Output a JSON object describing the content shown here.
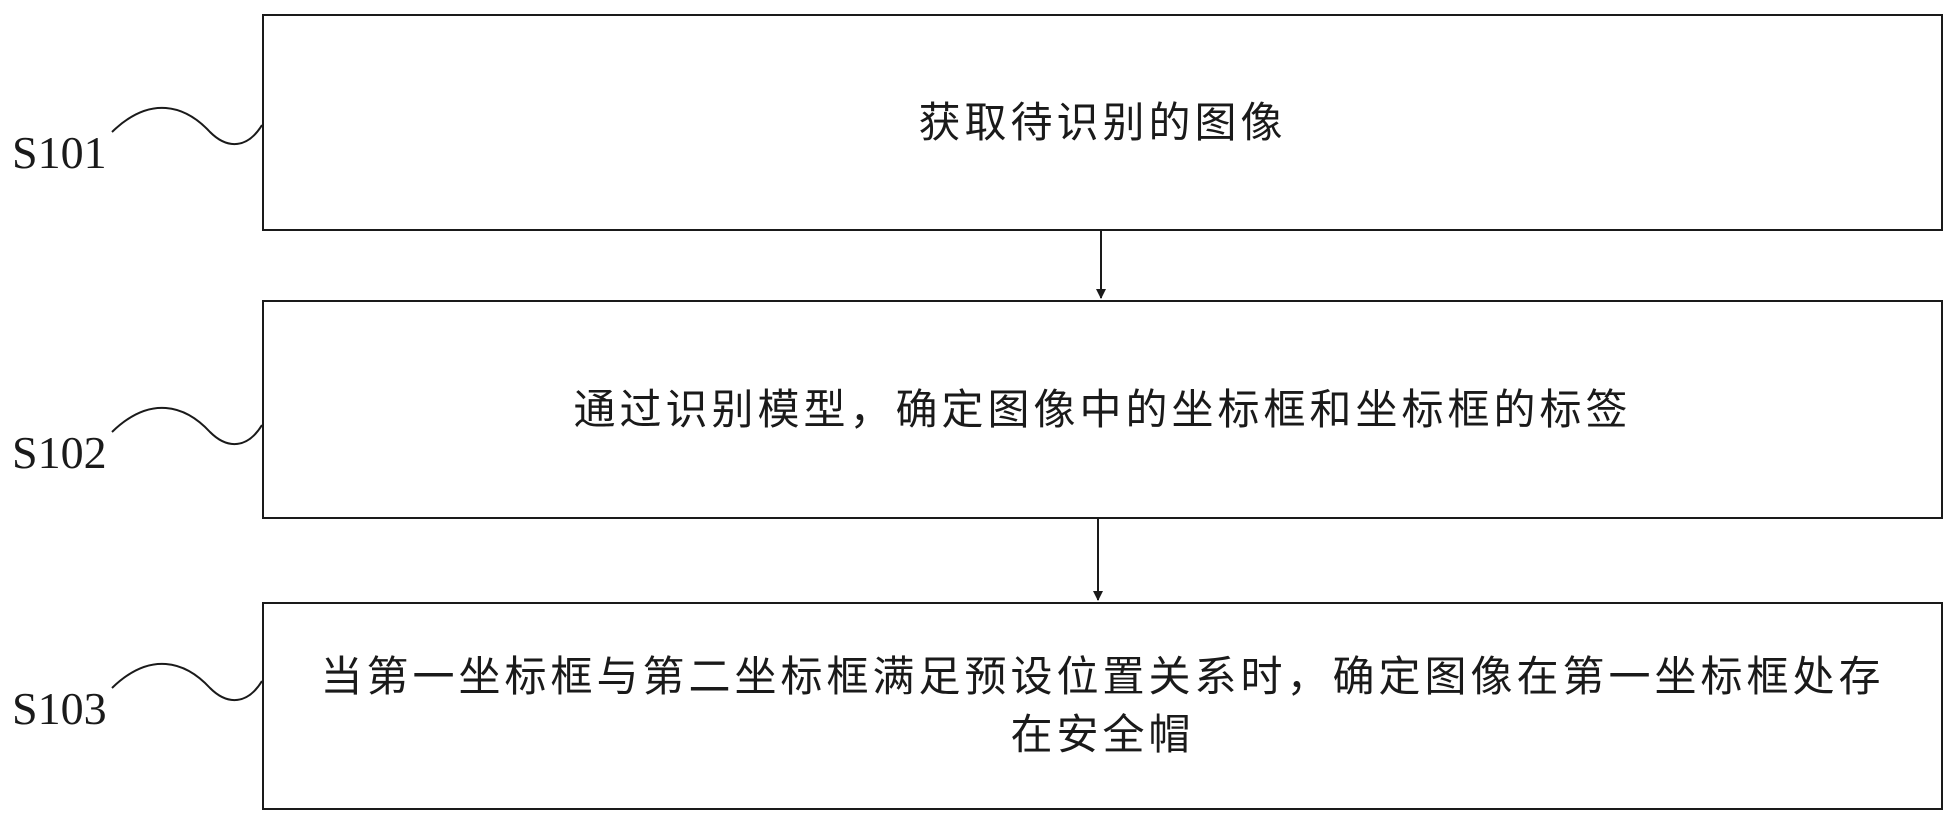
{
  "flow": {
    "steps": [
      {
        "id": "S101",
        "text": "获取待识别的图像"
      },
      {
        "id": "S102",
        "text": "通过识别模型，确定图像中的坐标框和坐标框的标签"
      },
      {
        "id": "S103",
        "text": "当第一坐标框与第二坐标框满足预设位置关系时，确定图像在第一坐标框处存在安全帽"
      }
    ]
  },
  "colors": {
    "stroke": "#1a1a1a",
    "background": "#ffffff"
  }
}
